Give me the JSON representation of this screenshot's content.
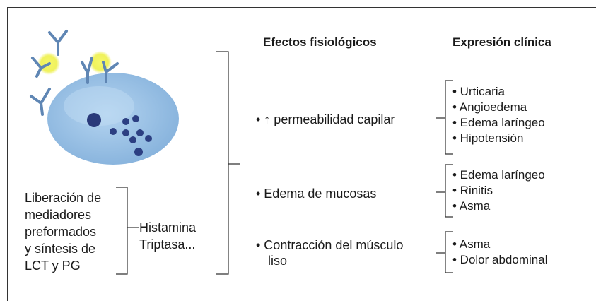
{
  "headers": {
    "effects": "Efectos fisiológicos",
    "clinical": "Expresión clínica"
  },
  "left_box": [
    "Liberación de",
    "mediadores",
    "preformados",
    "y síntesis de",
    "LCT y PG"
  ],
  "mediators": [
    "Histamina",
    "Triptasa..."
  ],
  "effects": [
    {
      "text": "• ↑ permeabilidad capilar",
      "clinical": [
        "• Urticaria",
        "• Angioedema",
        "• Edema laríngeo",
        "• Hipotensión"
      ]
    },
    {
      "text": "• Edema de mucosas",
      "clinical": [
        "• Edema laríngeo",
        "• Rinitis",
        "• Asma"
      ]
    },
    {
      "text_lines": [
        "• Contracción del músculo",
        "liso"
      ],
      "clinical": [
        "• Asma",
        "• Dolor abdominal"
      ]
    }
  ],
  "colors": {
    "cell": "#9cc4e8",
    "granule": "#2c3f82",
    "antibody": "#5f86b4",
    "allergen": "#eef04a",
    "line": "#333333"
  }
}
